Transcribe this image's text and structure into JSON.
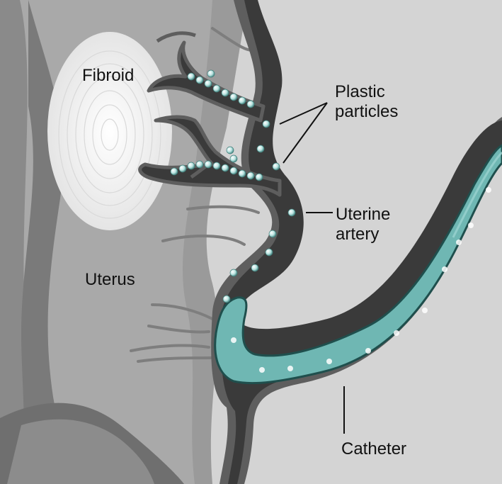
{
  "labels": {
    "fibroid": "Fibroid",
    "uterus": "Uterus",
    "plastic_line1": "Plastic",
    "plastic_line2": "particles",
    "uterine_line1": "Uterine",
    "uterine_line2": "artery",
    "catheter": "Catheter"
  },
  "colors": {
    "background": "#d2d2d2",
    "uterus_dark": "#8e8e8e",
    "uterus_mid": "#a9a9a9",
    "fibroid": "#ececec",
    "artery_wall": "#5e5e5e",
    "artery_lumen": "#353535",
    "catheter_fill": "#6fb7b3",
    "catheter_outline": "#1f4f4d",
    "particle": "#b7e2df"
  }
}
